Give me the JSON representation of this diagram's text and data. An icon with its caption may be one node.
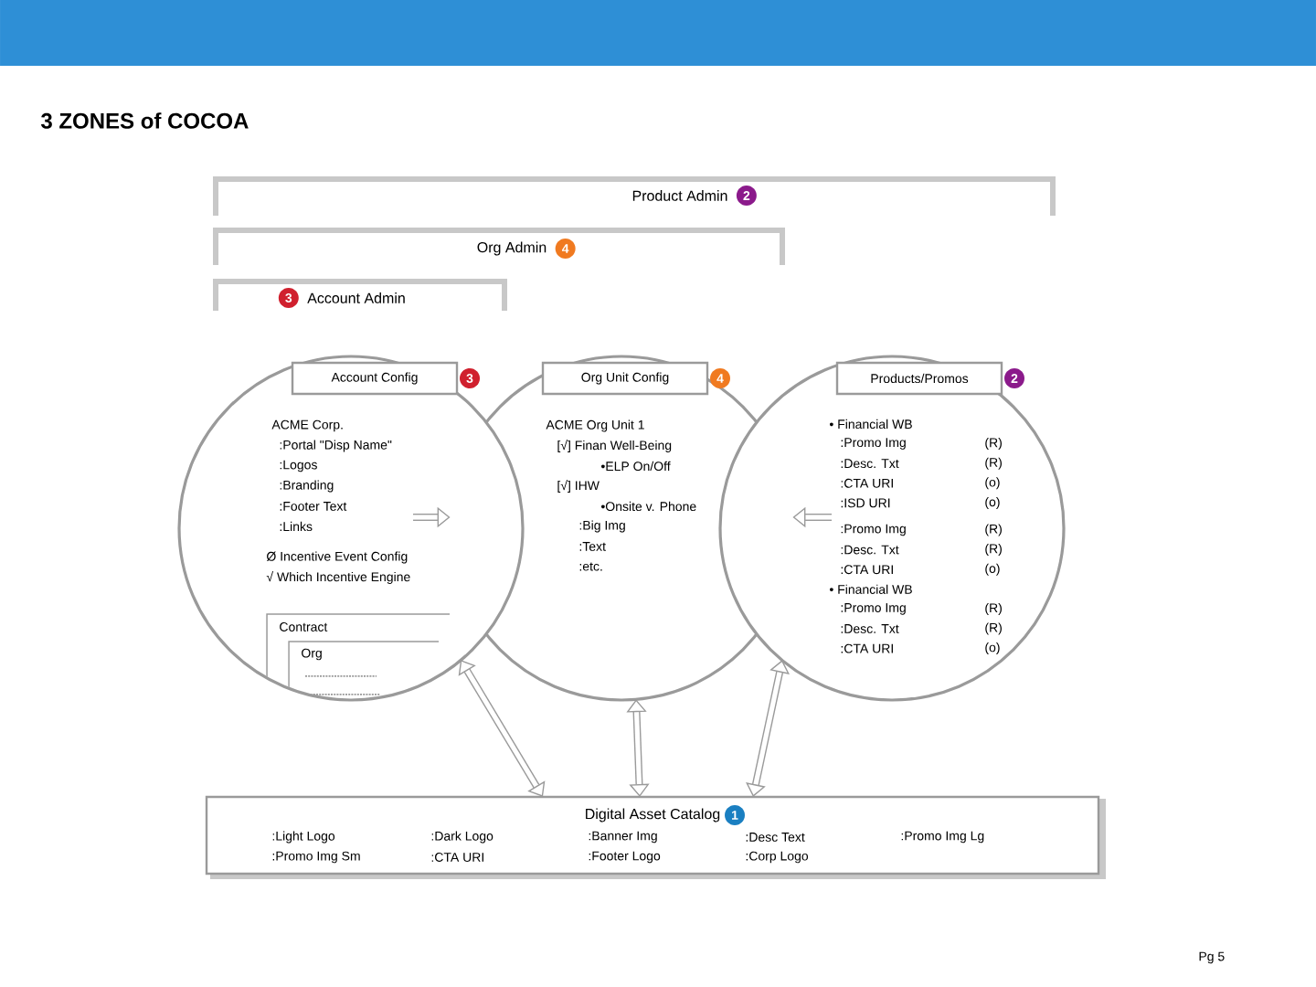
{
  "diagram": {
    "title": "3 ZONES of COCOA",
    "nodes": [
      {
        "text": [
          "Product Admin",
          "2"
        ]
      },
      {
        "text": [
          "Org Admin",
          "4"
        ]
      },
      {
        "text": [
          "3",
          "Account Admin"
        ]
      },
      {
        "text": [
          "ACME Corp.",
          ":Portal \"Disp Name\"",
          ":Logos",
          ":Branding",
          ":Footer Text",
          ":Links",
          "Ø Incentive Event Config",
          "√ Which Incentive Engine"
        ]
      },
      {
        "text": [
          "Account Config"
        ],
        "beside": [
          "3"
        ],
        "in": 3
      },
      {
        "text": [
          "Contract"
        ],
        "in": 3
      },
      {
        "text": [
          "Org"
        ],
        "in": 5
      },
      {
        "text": [
          "ACME Org Unit 1",
          "[√] Finan Well-Being",
          "•ELP On/Off",
          "[√] IHW",
          "•Onsite v. Phone",
          ":Big Img",
          ":Text",
          ":etc."
        ]
      },
      {
        "text": [
          "Org Unit Config"
        ],
        "beside": [
          "4"
        ],
        "in": 7
      },
      {
        "text": [
          "• Financial WB",
          ":Promo Img",
          "(R)",
          ":Desc. Txt",
          "(R)",
          ":CTA URI",
          "(o)",
          ":ISD URI",
          "(o)",
          ":Promo Img",
          "(R)",
          ":Desc. Txt",
          "(R)",
          ":CTA URI",
          "(o)",
          "• Financial WB",
          ":Promo Img",
          "(R)",
          ":Desc. Txt",
          "(R)",
          ":CTA URI",
          "(o)"
        ]
      },
      {
        "text": [
          "Products/Promos"
        ],
        "beside": [
          "2"
        ],
        "in": 9
      },
      {
        "text": [
          "Digital Asset Catalog",
          "1",
          ":Light Logo",
          ":Dark Logo",
          ":Banner Img",
          ":Desc Text",
          ":Promo Img Lg",
          ":Promo Img Sm",
          ":CTA URI",
          ":Footer Logo",
          ":Corp Logo"
        ]
      }
    ],
    "edges": [
      {
        "from": null,
        "to": 7,
        "arrow": "to"
      },
      {
        "from": null,
        "to": 7,
        "arrow": "to"
      },
      {
        "from": 3,
        "to": 11,
        "arrow": "both"
      },
      {
        "from": 7,
        "to": 11,
        "arrow": "both"
      },
      {
        "from": 9,
        "to": 11,
        "arrow": "both"
      }
    ],
    "labels": [
      "Pg 5"
    ]
  }
}
